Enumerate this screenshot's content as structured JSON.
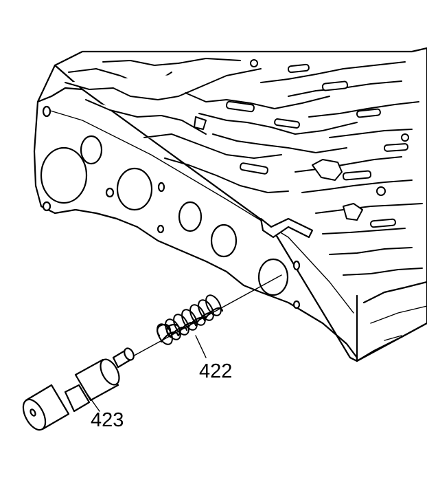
{
  "diagram": {
    "callouts": [
      {
        "id": "spring",
        "label": "422"
      },
      {
        "id": "valve",
        "label": "423"
      }
    ],
    "colors": {
      "line": "#000000",
      "background": "#ffffff"
    }
  }
}
